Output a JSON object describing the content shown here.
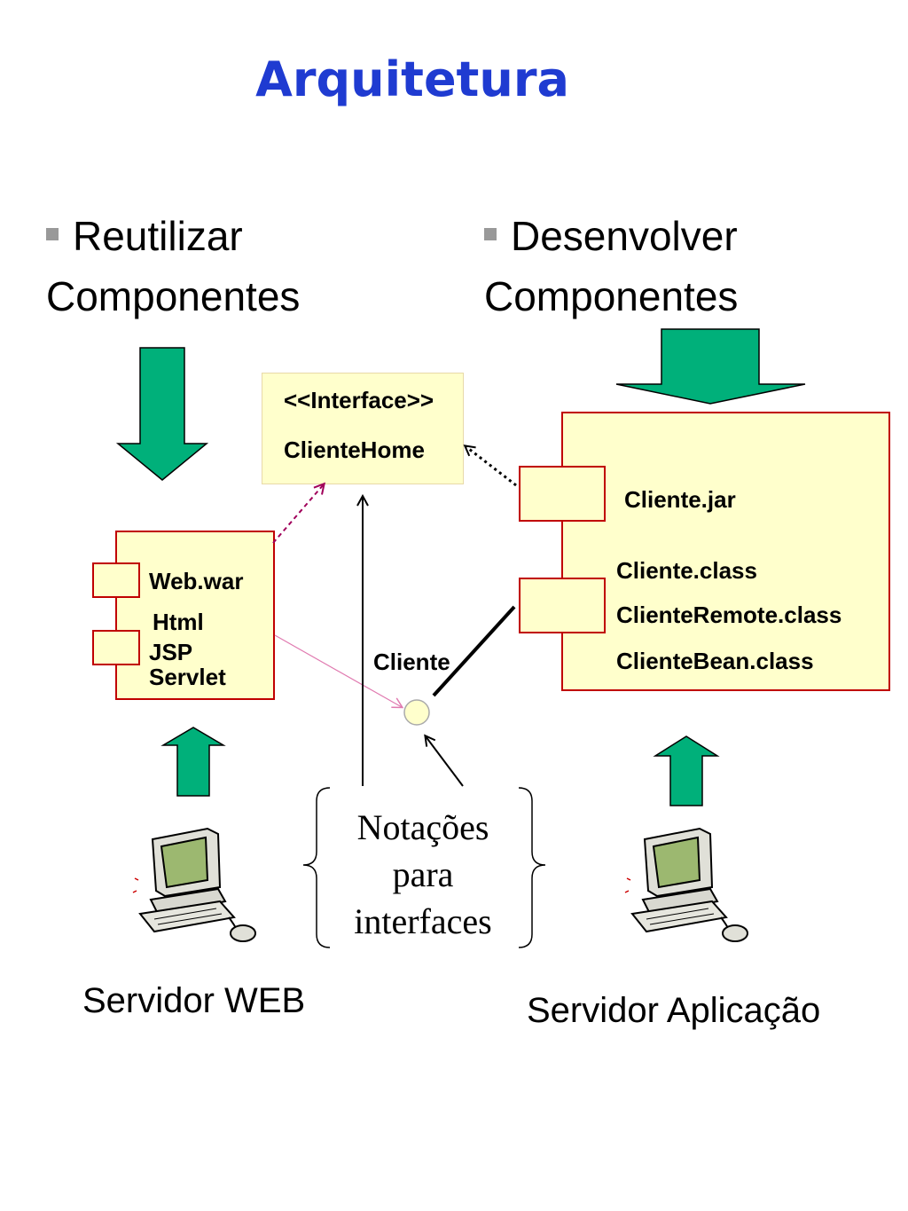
{
  "title": "Arquitetura",
  "left_heading": {
    "line1": "Reutilizar",
    "line2": "Componentes"
  },
  "right_heading": {
    "line1": "Desenvolver",
    "line2": "Componentes"
  },
  "interface_box": {
    "stereotype": "<<Interface>>",
    "name": "ClienteHome"
  },
  "web_component": {
    "lines": [
      "Web.war",
      "Html",
      "JSP",
      "Servlet"
    ]
  },
  "app_component": {
    "lines": [
      "Cliente.jar",
      "Cliente.class",
      "ClienteRemote.class",
      "ClienteBean.class"
    ]
  },
  "interface_lollipop_label": "Cliente",
  "annotation": {
    "lines": [
      "Notações",
      "para",
      "interfaces"
    ]
  },
  "servers": {
    "left": "Servidor WEB",
    "right": "Servidor Aplicação"
  },
  "icons": {
    "arrows": "block-arrow-icon",
    "computers": "computer-icon"
  },
  "colors": {
    "title": "#1f3bd1",
    "arrow_fill": "#00b07a",
    "box_fill": "#ffffcc",
    "box_border": "#c00000",
    "dependency": "#a0005a"
  }
}
